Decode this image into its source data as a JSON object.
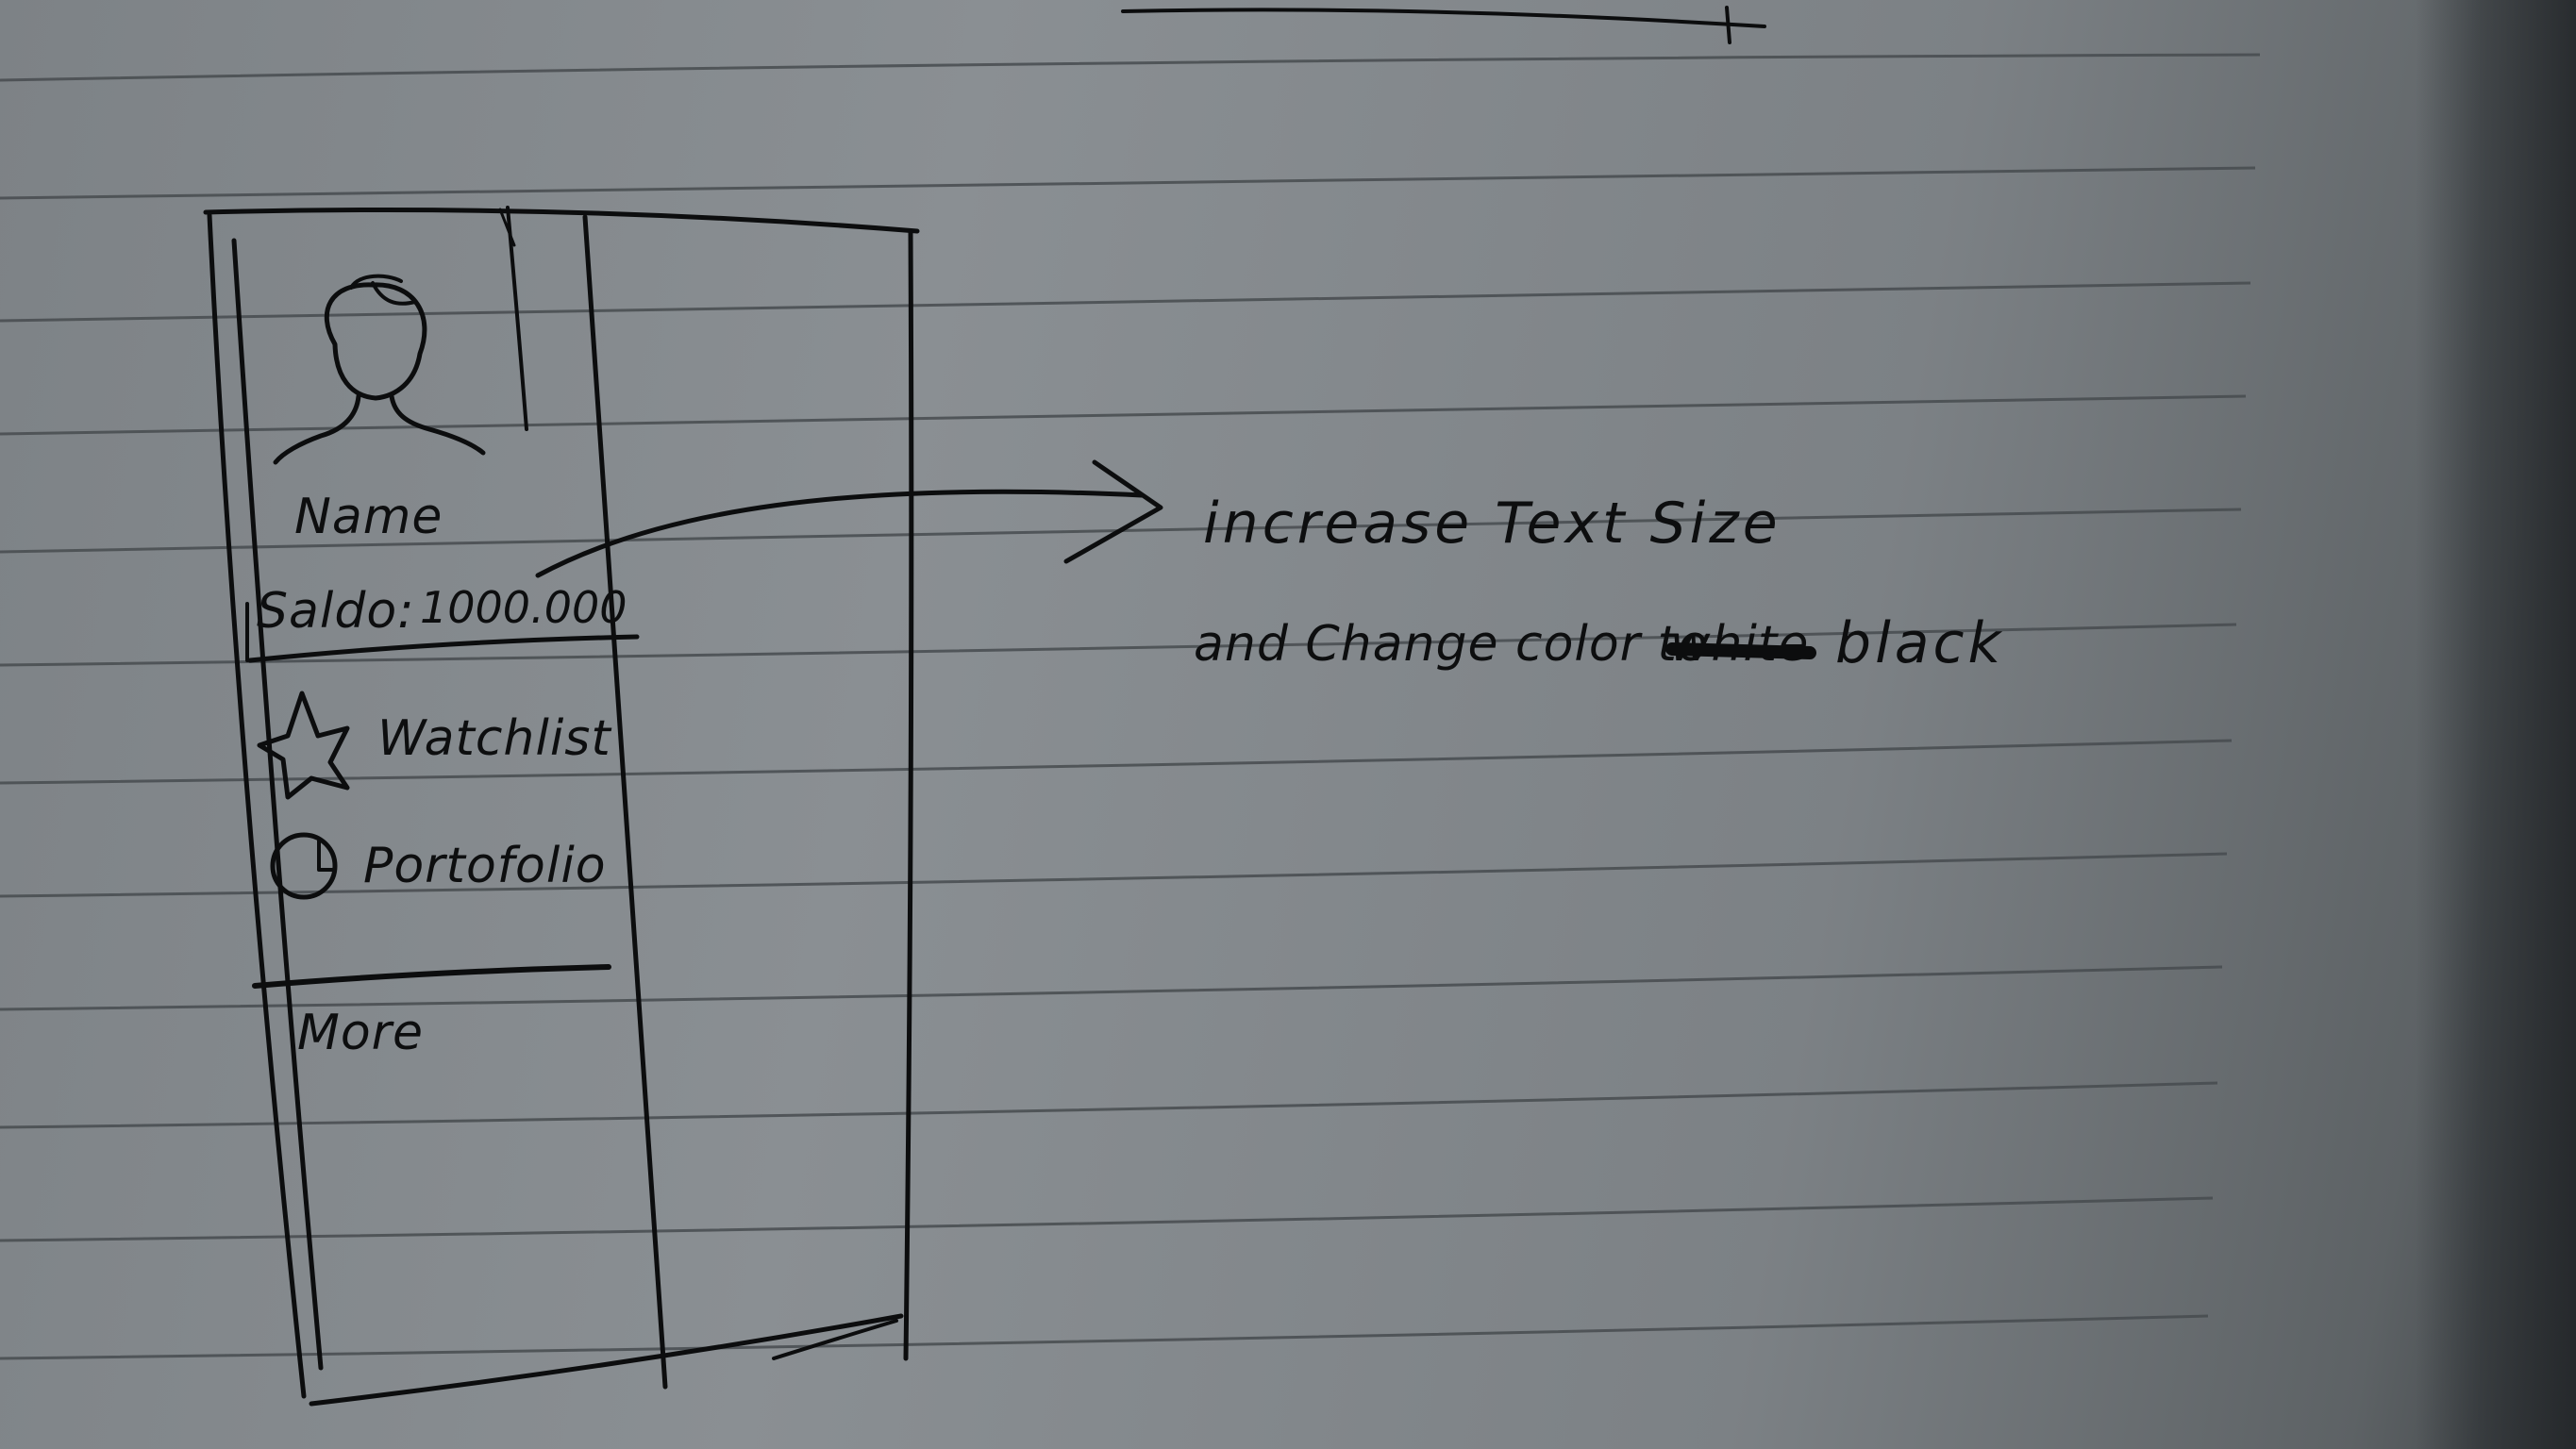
{
  "sketch": {
    "profile": {
      "name_label": "Name",
      "balance_label": "Saldo:",
      "balance_value": "1000.000"
    },
    "menu": {
      "items": [
        {
          "label": "Watchlist",
          "icon": "star-icon"
        },
        {
          "label": "Portofolio",
          "icon": "clock-icon"
        }
      ],
      "more_label": "More"
    },
    "annotation": {
      "line1": "increase Text Size",
      "line2_prefix": "and Change color to",
      "struck_word": "white",
      "line2_suffix": "black"
    }
  }
}
